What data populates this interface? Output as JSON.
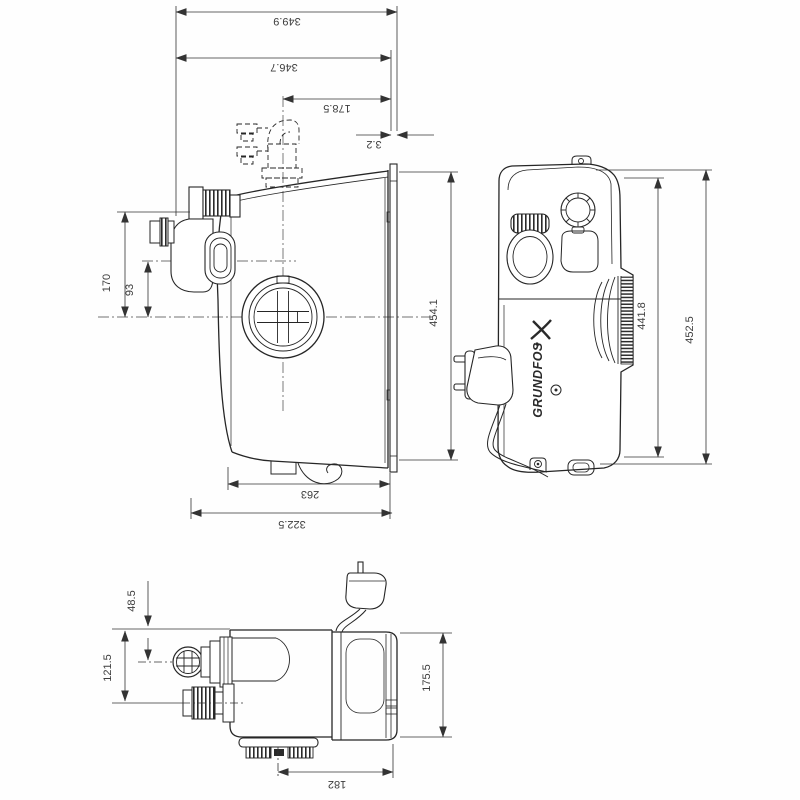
{
  "brand": "GRUNDFOS",
  "dims": {
    "depth_total": "349.9",
    "depth_body": "346.7",
    "inlet_to_wall": "178.5",
    "wall_gap": "3.2",
    "inlet_height": "170",
    "outlet_height": "93",
    "height_side": "454.1",
    "tank_depth": "263",
    "footprint_depth": "322.5",
    "height_body": "441.8",
    "height_total": "452.5",
    "port_offset": "48.5",
    "inlet_offset": "121.5",
    "depth_top_right": "175.5",
    "motor_width": "182"
  }
}
